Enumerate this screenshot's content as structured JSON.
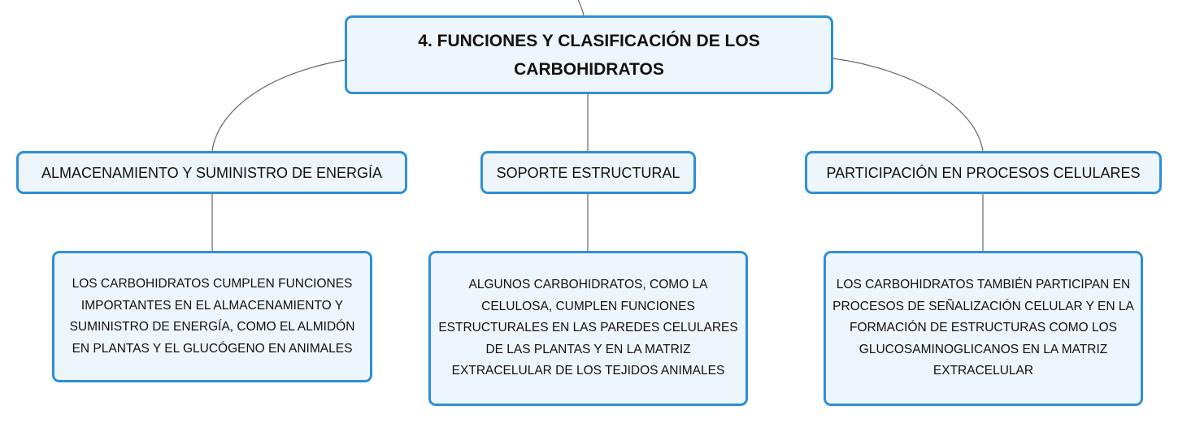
{
  "title": "4. FUNCIONES Y CLASIFICACIÓN DE LOS CARBOHIDRATOS",
  "branches": [
    {
      "label": "ALMACENAMIENTO Y SUMINISTRO DE ENERGÍA",
      "detail": "LOS CARBOHIDRATOS CUMPLEN FUNCIONES IMPORTANTES EN EL ALMACENAMIENTO Y SUMINISTRO DE ENERGÍA, COMO EL ALMIDÓN EN PLANTAS Y EL GLUCÓGENO EN ANIMALES"
    },
    {
      "label": "SOPORTE ESTRUCTURAL",
      "detail": "ALGUNOS CARBOHIDRATOS, COMO LA CELULOSA, CUMPLEN FUNCIONES ESTRUCTURALES EN LAS PAREDES CELULARES DE LAS PLANTAS Y EN LA MATRIZ EXTRACELULAR DE LOS TEJIDOS ANIMALES"
    },
    {
      "label": "PARTICIPACIÓN EN PROCESOS CELULARES",
      "detail": "LOS CARBOHIDRATOS TAMBIÉN PARTICIPAN EN PROCESOS DE SEÑALIZACIÓN CELULAR Y EN LA FORMACIÓN DE ESTRUCTURAS COMO LOS GLUCOSAMINOGLICANOS EN LA MATRIZ EXTRACELULAR"
    }
  ],
  "colors": {
    "node_border": "#2e8fd6",
    "node_fill": "#eef6fd",
    "connector": "#666666"
  }
}
